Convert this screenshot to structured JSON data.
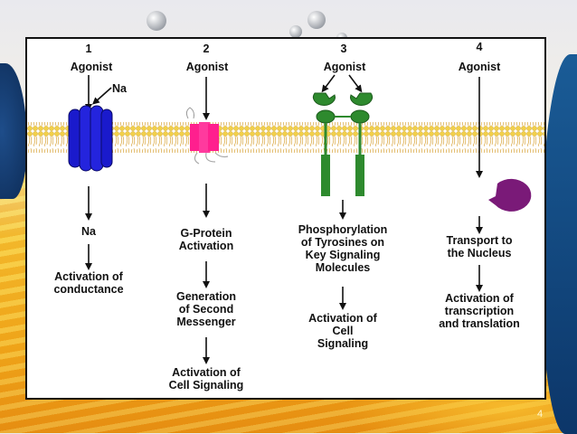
{
  "pathways": [
    {
      "number": "1",
      "agonist": "Agonist",
      "ion_label": "Na",
      "steps": [
        "Na",
        "Activation of\nconductance"
      ],
      "receptor_color": "#1a1acc"
    },
    {
      "number": "2",
      "agonist": "Agonist",
      "steps": [
        "G-Protein\nActivation",
        "Generation\nof Second\nMessenger",
        "Activation of\nCell Signaling"
      ],
      "receptor_color": "#ff1f8e"
    },
    {
      "number": "3",
      "agonist": "Agonist",
      "steps": [
        "Phosphorylation\nof Tyrosines on\nKey Signaling\nMolecules",
        "Activation of\nCell\nSignaling"
      ],
      "receptor_color": "#2e8a2e"
    },
    {
      "number": "4",
      "agonist": "Agonist",
      "steps": [
        "Transport to\nthe Nucleus",
        "Activation of\ntranscription\nand translation"
      ],
      "receptor_color": "#7a1a78"
    }
  ],
  "membrane_colors": {
    "head": "#f2d04a",
    "tail": "#d8a43a"
  },
  "slide_number": "4"
}
